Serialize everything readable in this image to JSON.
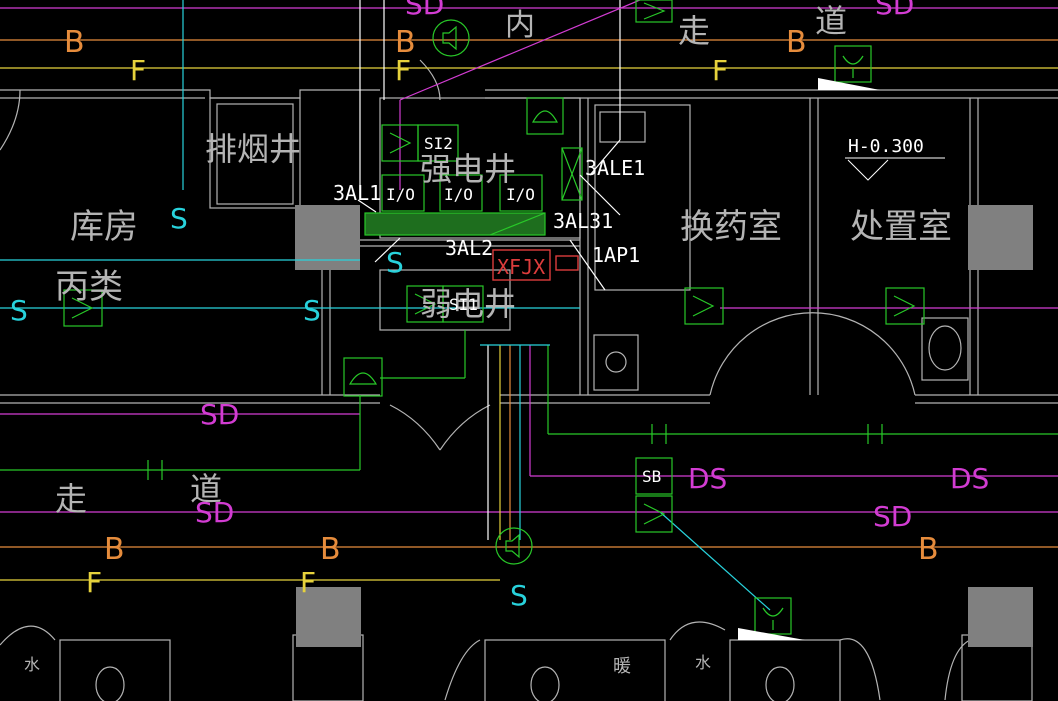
{
  "colors": {
    "background": "#000000",
    "wall": "#b4b4b4",
    "green": "#28c828",
    "cyan": "#28d2dc",
    "magenta": "#d23cd2",
    "orange": "#e68c3c",
    "yellow": "#e6d23c",
    "white": "#ffffff",
    "red": "#dc3c3c",
    "grey_block": "#808080"
  },
  "rooms": {
    "storage": "库房",
    "category": "丙类",
    "smoke_shaft": "排烟井",
    "strong_shaft": "强电井",
    "weak_shaft": "弱电井",
    "dressing_room": "换药室",
    "treatment_room": "处置室",
    "corridor": "走",
    "corridor_2": "道",
    "corridor_b": "走",
    "corridor_b2": "道",
    "inner": "内",
    "water": "水",
    "warm": "暖",
    "water_2": "水"
  },
  "line_labels": {
    "b": "B",
    "f": "F",
    "s": "S",
    "sd": "SD",
    "ds": "DS"
  },
  "equipment": {
    "io": "I/O",
    "si2": "SI2",
    "si1": "SI1",
    "sb": "SB",
    "xfjx": "XFJX",
    "ale1": "3ALE1",
    "al1": "3AL1",
    "al2": "3AL2",
    "al31": "3AL31",
    "ap1": "1AP1"
  },
  "elevation": "H-0.300"
}
